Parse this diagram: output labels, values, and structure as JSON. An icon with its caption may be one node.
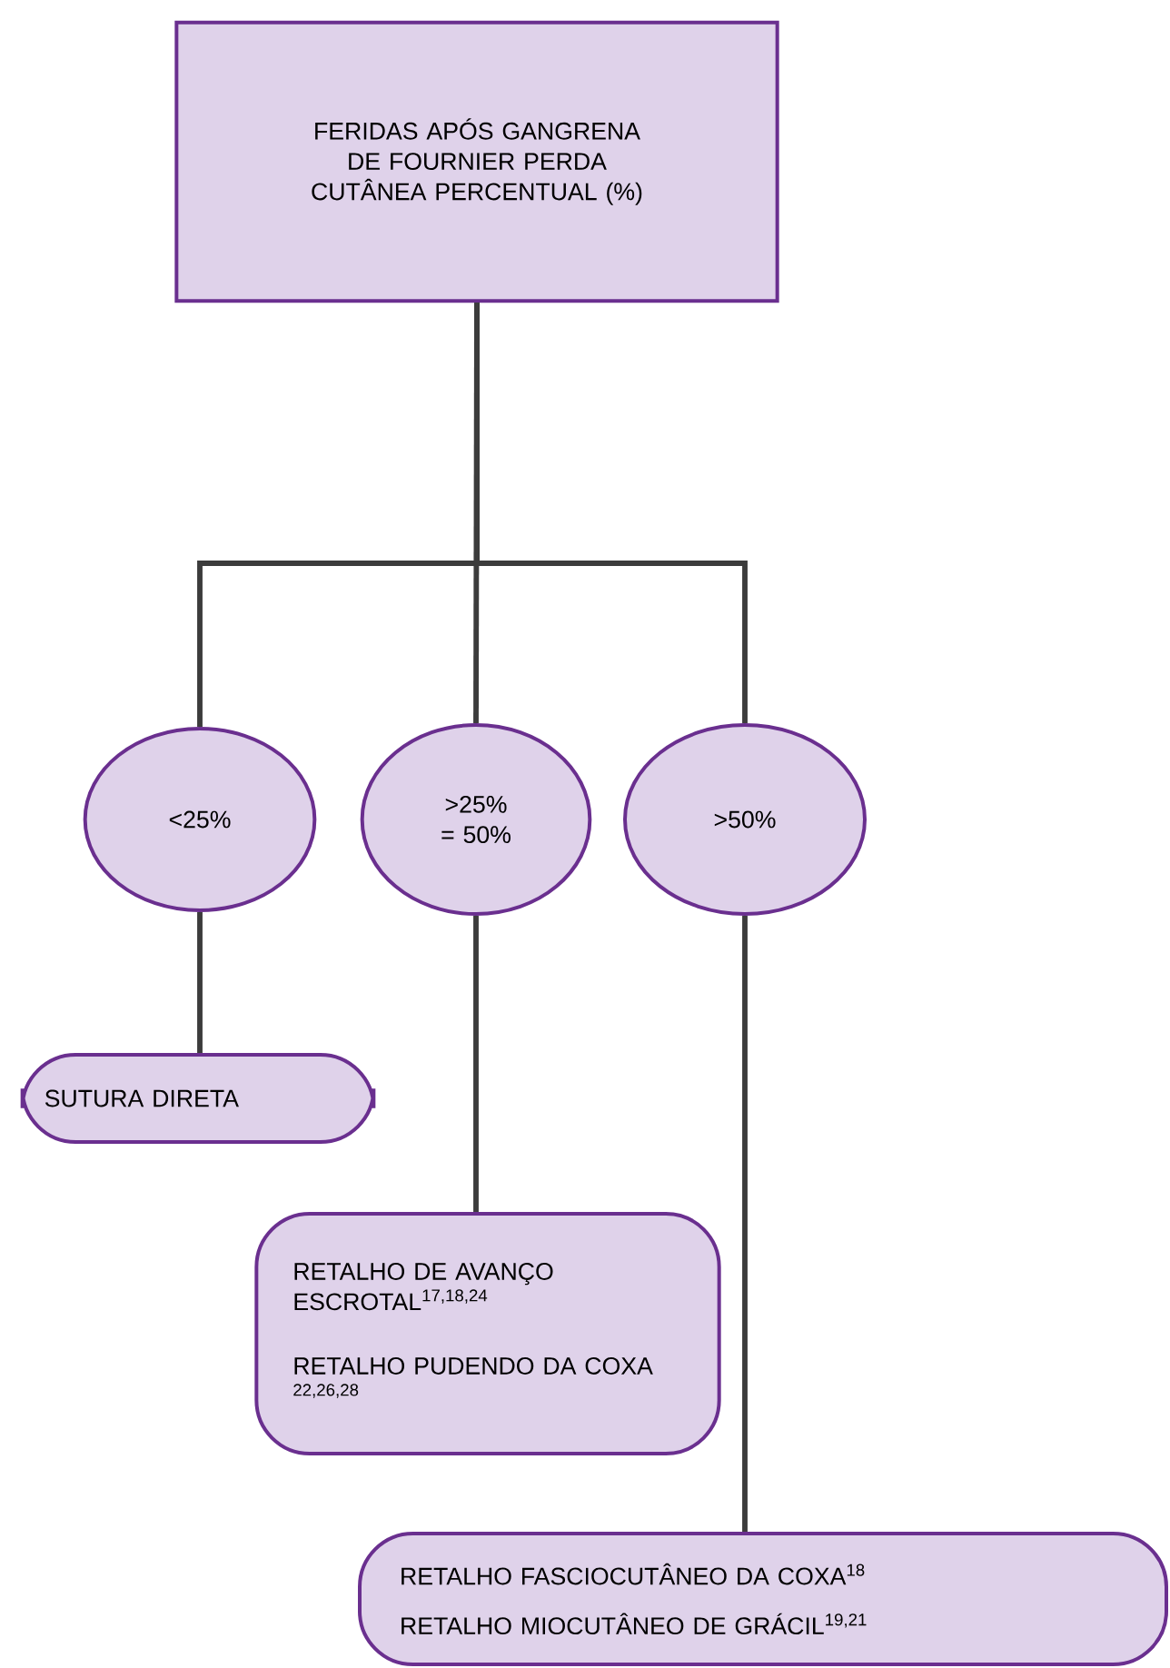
{
  "diagram": {
    "nodes": [
      {
        "text": [
          "FERIDAS APÓS GANGRENA DE FOURNIER PERDA CUTÂNEA PERCENTUAL (%)"
        ]
      },
      {
        "text": [
          "<25%"
        ]
      },
      {
        "text": [
          ">25% = 50%"
        ]
      },
      {
        "text": [
          ">50%"
        ]
      },
      {
        "text": [
          "SUTURA DIRETA"
        ]
      },
      {
        "text": [
          "RETALHO DE AVANÇO ESCROTAL$^{17,18,24}$",
          "RETALHO PUDENDO DA COXA $^{22,26,28}$"
        ]
      },
      {
        "text": [
          "RETALHO FASCIOCUTÂNEO DA COXA$^{18}$",
          "RETALHO MIOCUTÂNEO DE GRÁCIL$^{19,21}$"
        ]
      }
    ],
    "edges": [
      {
        "from": 0,
        "to": 1,
        "arrow": "none"
      },
      {
        "from": 0,
        "to": 2,
        "arrow": "none"
      },
      {
        "from": 0,
        "to": 3,
        "arrow": "none"
      },
      {
        "from": 1,
        "to": 4,
        "arrow": "none"
      },
      {
        "from": 2,
        "to": 5,
        "arrow": "none"
      },
      {
        "from": 3,
        "to": 6,
        "arrow": "none"
      }
    ]
  }
}
